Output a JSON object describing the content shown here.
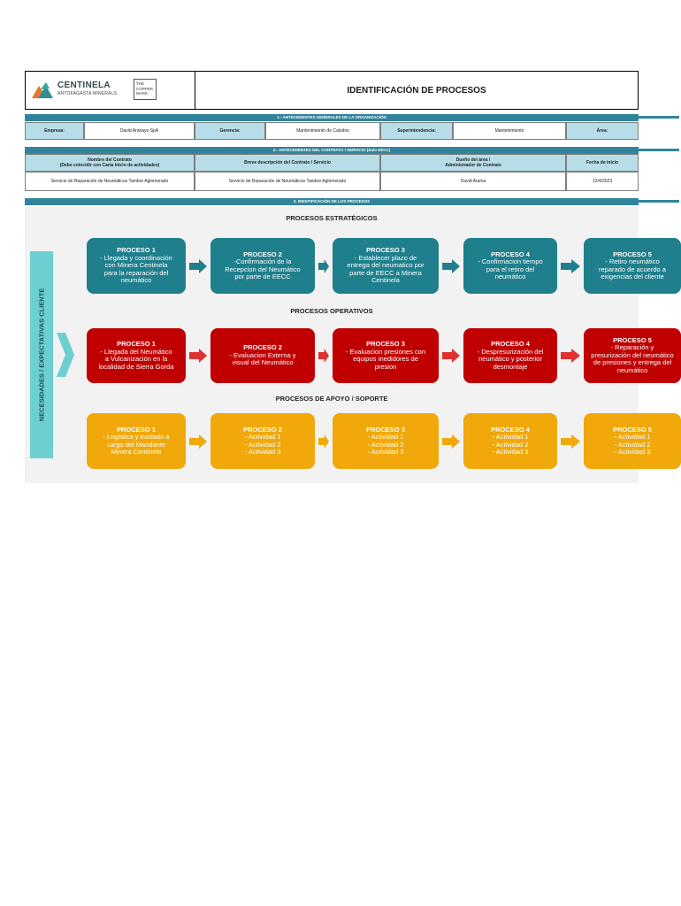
{
  "header": {
    "logo": {
      "name": "CENTINELA",
      "sub": "ANTOFAGASTA MINERALS",
      "partner_lines": [
        "THE",
        "COPPER",
        "MARK"
      ]
    },
    "title": "IDENTIFICACIÓN DE PROCESOS"
  },
  "section1": {
    "title": "1.- ANTECEDENTES GENERALES DE LA ORGANIZACIÓN",
    "row": [
      {
        "label": "Empresa:",
        "value": "David Aranayo SpA"
      },
      {
        "label": "Gerencia:",
        "value": "Mantenimiento de Calodos"
      },
      {
        "label": "Superintendencia:",
        "value": "Mantenimiento"
      },
      {
        "label": "Área:",
        "value": ""
      }
    ]
  },
  "section2": {
    "title": "2.- ANTECEDENTES DEL CONTRATO / SERVICIO (Solo EECC)",
    "headers": [
      "Nombre del Contrato\n(Debe coincidir con Carta Inicio de actividades)",
      "Breve descripción del Contrato / Servicio",
      "Dueño del área /\nAdministrador de Contrato",
      "Fecha de inicio"
    ],
    "values": [
      "Servicio de Reparación de Neumáticos Tambor Aglomerado",
      "Servicio de Reparación  de Neumáticos Tambor Aglomerado",
      "David Arama",
      "12/4/2023"
    ]
  },
  "section3": {
    "title": "3. IDENTIFICACIÓN DE LOS PROCESOS",
    "side_label": "NECESIDADES / EXPECTATIVAS CLIENTE",
    "bands": [
      {
        "title": "PROCESOS ESTRATÉGICOS",
        "color": "#1f7f8c",
        "arrow_color": "#1f7f8c",
        "boxes": [
          {
            "title": "PROCESO 1",
            "text": "- Llegada y coordinación\ncon Minera Centinela\npara la reparación del\nneumático"
          },
          {
            "title": "PROCESO 2",
            "text": "-Confirmación de la\nRecepcion del Neumático\npor parte de EECC"
          },
          {
            "title": "PROCESO 3",
            "text": "- Establecer plazo de\nentrega del neumatico por\nparte de EECC a Minera\nCentinela"
          },
          {
            "title": "PROCESO 4",
            "text": "- Confirmacion tiempo\npara el retiro del\nneumático"
          },
          {
            "title": "PROCESO 5",
            "text": "- Retiro neumático\nreparado de acuerdo a\nexigencias del cliente"
          }
        ]
      },
      {
        "title": "PROCESOS OPERATIVOS",
        "color": "#c00000",
        "arrow_color": "#e03030",
        "boxes": [
          {
            "title": "PROCESO 1",
            "text": "- Llegada del Neumático\na Vulcanización en la\nlocalidad de Sierra Gorda"
          },
          {
            "title": "PROCESO 2",
            "text": "- Evaluacion Externa y\nvisual del Neumático"
          },
          {
            "title": "PROCESO 3",
            "text": "- Evaluacion presiones con\nequipos medidores de\npresion"
          },
          {
            "title": "PROCESO 4",
            "text": "- Despresurización del\nneumático y posterior\ndesmontaje"
          },
          {
            "title": "PROCESO 5",
            "text": "- Reparación y\npresurización del neumático\nde presiones y entrega del\nneumático"
          }
        ]
      },
      {
        "title": "PROCESOS DE APOYO / SOPORTE",
        "color": "#f0a80a",
        "arrow_color": "#f0a80a",
        "boxes": [
          {
            "title": "PROCESO 1",
            "text": "- Logistica y traslado a\ncargo del Mandante\nMinera Centinela"
          },
          {
            "title": "PROCESO 2",
            "text": "- Actividad 1\n- Actividad 2\n- Actividad 3"
          },
          {
            "title": "PROCESO 3",
            "text": "- Actividad 1\n- Actividad 2\n- Actividad 3"
          },
          {
            "title": "PROCESO 4",
            "text": "- Actividad 1\n- Actividad 2\n- Actividad 3"
          },
          {
            "title": "PROCESO 5",
            "text": "- Actividad 1\n- Actividad 2\n- Actividad 3"
          }
        ]
      }
    ]
  }
}
